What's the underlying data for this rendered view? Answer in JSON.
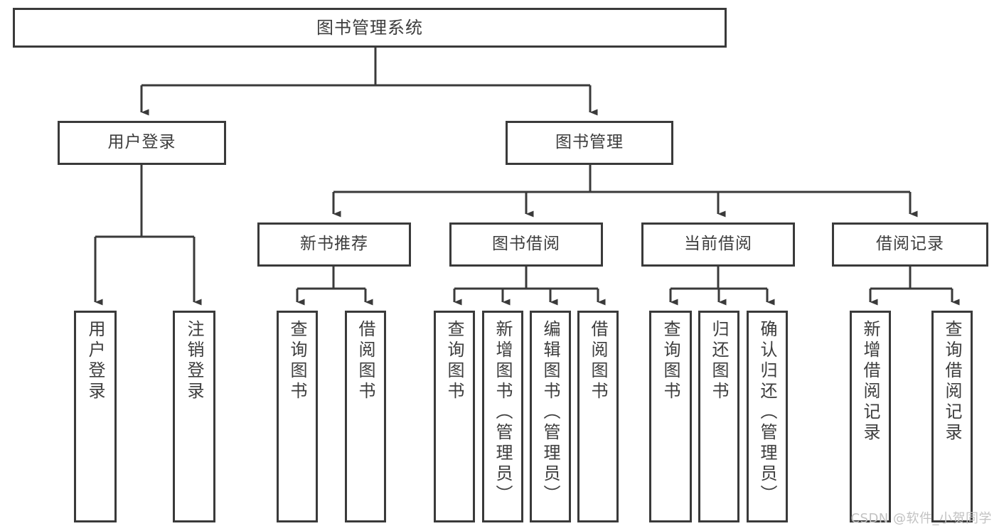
{
  "diagram": {
    "type": "tree-hierarchy-chart",
    "title": "图书管理系统",
    "root": {
      "id": "root",
      "label": "图书管理系统"
    },
    "level1": [
      {
        "id": "user-login",
        "label": "用户登录"
      },
      {
        "id": "book-management",
        "label": "图书管理"
      }
    ],
    "level2": [
      {
        "id": "new-book-recommend",
        "label": "新书推荐",
        "parent": "book-management"
      },
      {
        "id": "book-borrow",
        "label": "图书借阅",
        "parent": "book-management"
      },
      {
        "id": "current-borrow",
        "label": "当前借阅",
        "parent": "book-management"
      },
      {
        "id": "borrow-record",
        "label": "借阅记录",
        "parent": "book-management"
      }
    ],
    "leaves": [
      {
        "id": "leaf-user-login",
        "label": "用户登录",
        "parent": "user-login"
      },
      {
        "id": "leaf-user-logout",
        "label": "注销登录",
        "parent": "user-login"
      },
      {
        "id": "leaf-query-book-1",
        "label": "查询图书",
        "parent": "new-book-recommend"
      },
      {
        "id": "leaf-borrow-book-1",
        "label": "借阅图书",
        "parent": "new-book-recommend"
      },
      {
        "id": "leaf-query-book-2",
        "label": "查询图书",
        "parent": "book-borrow"
      },
      {
        "id": "leaf-add-book",
        "label": "新增图书（管理员）",
        "parent": "book-borrow"
      },
      {
        "id": "leaf-edit-book",
        "label": "编辑图书（管理员）",
        "parent": "book-borrow"
      },
      {
        "id": "leaf-borrow-book-2",
        "label": "借阅图书",
        "parent": "book-borrow"
      },
      {
        "id": "leaf-query-book-3",
        "label": "查询图书",
        "parent": "current-borrow"
      },
      {
        "id": "leaf-return-book",
        "label": "归还图书",
        "parent": "current-borrow"
      },
      {
        "id": "leaf-confirm-return",
        "label": "确认归还（管理员）",
        "parent": "current-borrow"
      },
      {
        "id": "leaf-add-record",
        "label": "新增借阅记录",
        "parent": "borrow-record"
      },
      {
        "id": "leaf-query-record",
        "label": "查询借阅记录",
        "parent": "borrow-record"
      }
    ],
    "colors": {
      "border": "#3a3a3a",
      "text": "#3d3d3d",
      "background": "#ffffff",
      "watermark": "#c2c2c2"
    }
  },
  "watermark": {
    "text": "CSDN @软件_小贺同学"
  }
}
